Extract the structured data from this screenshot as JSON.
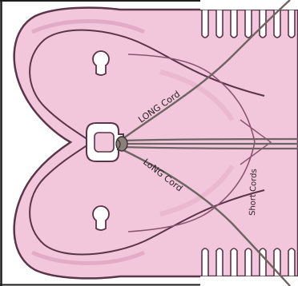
{
  "labels": {
    "long_cord_top": "LONG Cord",
    "long_cord_bottom": "LoNG Cord",
    "short_cords": "Short Cords"
  },
  "colors": {
    "board_fill": "#f2c6db",
    "board_outline": "#5a3448",
    "cord": "#6e6462",
    "keyhole_fill": "#ffffff",
    "background": "#ffffff"
  }
}
